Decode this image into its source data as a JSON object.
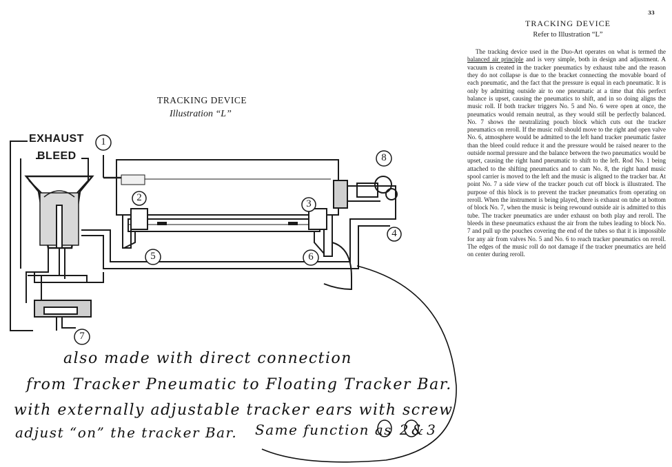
{
  "page": {
    "number": "33"
  },
  "article": {
    "title": "TRACKING DEVICE",
    "subtitle": "Refer to Illustration “L”",
    "text_before": "The tracking device used in the Duo-Art operates on what is termed the ",
    "text_underlined": "balanced air principle",
    "text_after": " and is very simple, both in design and adjustment. A vacuum is created in the tracker pneumatics by exhaust tube and the reason they do not collapse is due to the bracket connecting the movable board of each pneumatic, and the fact that the pressure is equal in each pneumatic. It is only by admitting outside air to one pneumatic at a time that this perfect balance is upset, causing the pneumatics to shift, and in so doing aligns the music roll. If both tracker triggers No. 5 and No. 6 were open at once, the pneumatics would remain neutral, as they would still be perfectly balanced. No. 7 shows the neutralizing pouch block which cuts out the tracker pneumatics on reroll. If the music roll should move to the right and open valve No. 6, atmosphere would be admitted to the left hand tracker pneumatic faster than the bleed could reduce it and the pressure would be raised nearer to the outside normal pressure and the balance between the two pneumatics would be upset, causing the right hand pneumatic to shift to the left. Rod No. 1 being attached to the shifting pneumatics and to cam No. 8, the right hand music spool carrier is moved to the left and the music is aligned to the tracker bar. At point No. 7 a side view of the tracker pouch cut off block is illustrated. The purpose of this block is to prevent the tracker pneumatics from operating on reroll. When the instrument is being played, there is exhaust on tube at bottom of block No. 7, when the music is being rewound outside air is admitted to this tube. The tracker pneumatics are under exhaust on both play and reroll. The bleeds in these pneumatics exhaust the air from the tubes leading to block No. 7 and pull up the pouches covering the end of the tubes so that it is impossible for any air from valves No. 5 and No. 6 to reach tracker pneumatics on reroll. The edges of the music roll do not damage if the tracker pneumatics are held on center during reroll."
  },
  "illustration": {
    "title": "TRACKING DEVICE",
    "subtitle": "Illustration “L”",
    "labels": {
      "exhaust": "EXHAUST",
      "bleed": "BLEED"
    },
    "callouts": [
      "1",
      "2",
      "3",
      "4",
      "5",
      "6",
      "7",
      "8"
    ]
  },
  "handwriting": {
    "line1": "also made with direct connection",
    "line2": "from Tracker Pneumatic to Floating Tracker Bar.",
    "line3": "with externally adjustable tracker ears with screw",
    "line4": "adjust “on” the tracker Bar.",
    "line5": "Same function as",
    "circled_a": "2",
    "amp": "&",
    "circled_b": "3"
  },
  "colors": {
    "ink": "#1a1a1a",
    "paper": "#ffffff",
    "pencil": "#111111"
  }
}
